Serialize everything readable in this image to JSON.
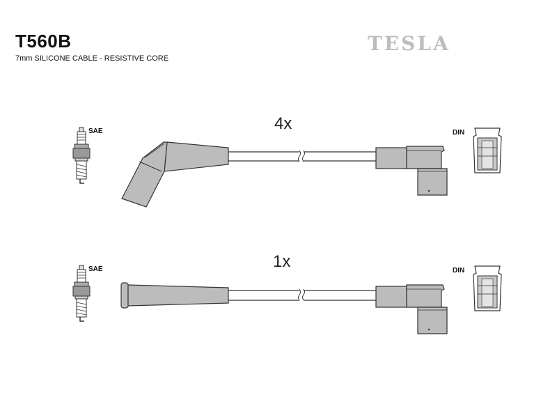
{
  "header": {
    "part_number": "T560B",
    "description": "7mm SILICONE CABLE - RESISTIVE CORE",
    "brand": "TESLA"
  },
  "rows": [
    {
      "quantity": "4x",
      "left_label": "SAE",
      "right_label": "DIN"
    },
    {
      "quantity": "1x",
      "left_label": "SAE",
      "right_label": "DIN"
    }
  ],
  "colors": {
    "part_fill": "#bcbcbc",
    "outline": "#333333",
    "brand": "#bdbdbd"
  }
}
